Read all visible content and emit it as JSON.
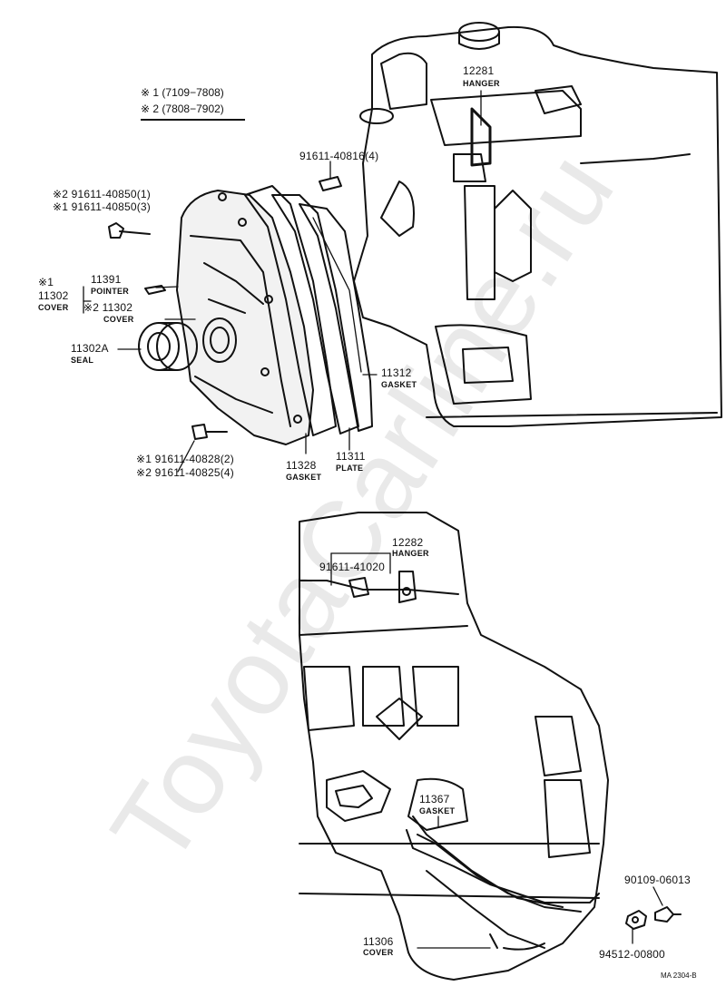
{
  "watermark": "ToyotaCarline.ru",
  "legend": {
    "line1": "※ 1 (7109−7808)",
    "line2": "※ 2 (7808−7902)"
  },
  "parts": {
    "p12281": {
      "num": "12281",
      "name": "HANGER"
    },
    "p91611_40816": {
      "num": "91611-40816(4)"
    },
    "p91611_40850a": {
      "num": "※2 91611-40850(1)"
    },
    "p91611_40850b": {
      "num": "※1 91611-40850(3)"
    },
    "p11302_mark1": {
      "num": "※1"
    },
    "p11302_top": {
      "num": "11302",
      "name": "COVER"
    },
    "p11391": {
      "num": "11391",
      "name": "POINTER"
    },
    "p11302_mark2": {
      "num": "※2 11302",
      "name": "COVER"
    },
    "p11302A": {
      "num": "11302A",
      "name": "SEAL"
    },
    "p11312": {
      "num": "11312",
      "name": "GASKET"
    },
    "p91611_40828": {
      "num": "※1 91611-40828(2)"
    },
    "p91611_40825": {
      "num": "※2 91611-40825(4)"
    },
    "p11328": {
      "num": "11328",
      "name": "GASKET"
    },
    "p11311": {
      "num": "11311",
      "name": "PLATE"
    },
    "p12282": {
      "num": "12282",
      "name": "HANGER"
    },
    "p91611_41020": {
      "num": "91611-41020"
    },
    "p11367": {
      "num": "11367",
      "name": "GASKET"
    },
    "p90109": {
      "num": "90109-06013"
    },
    "p11306": {
      "num": "11306",
      "name": "COVER"
    },
    "p94512": {
      "num": "94512-00800"
    }
  },
  "drawing_code": "MA 2304-B"
}
